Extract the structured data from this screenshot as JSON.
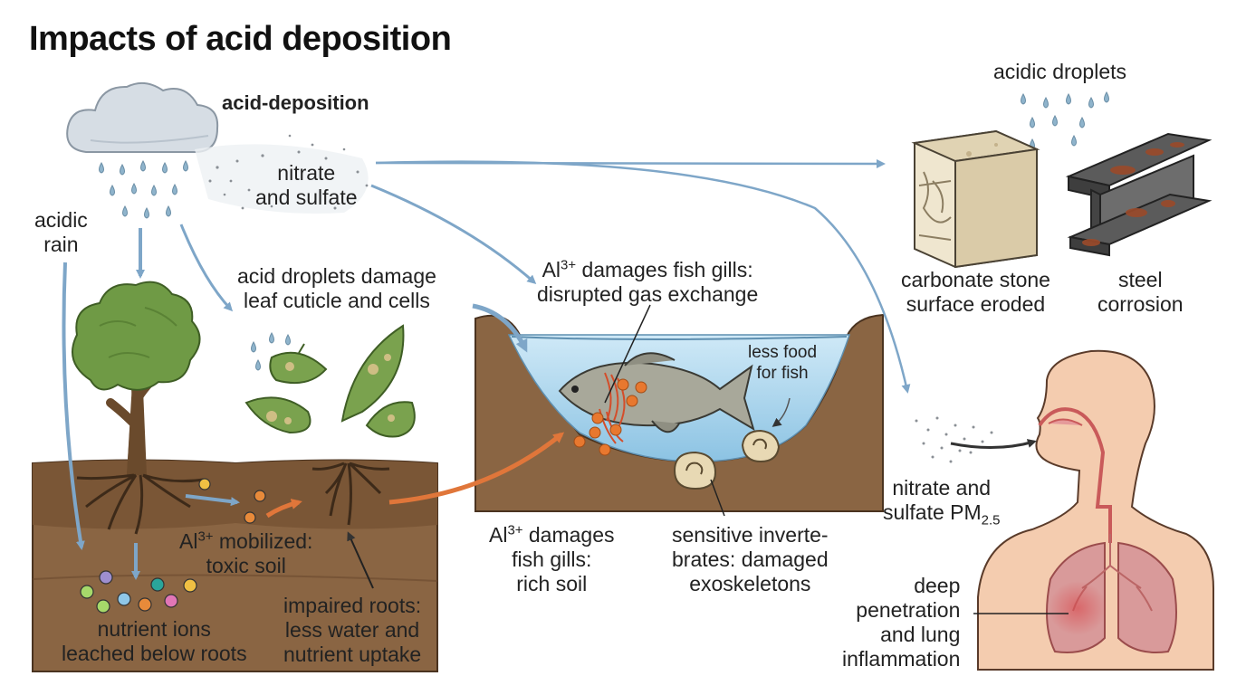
{
  "title": "Impacts of acid deposition",
  "labels": {
    "acid_deposition": "acid-deposition",
    "acidic_rain_1": "acidic",
    "acidic_rain_2": "rain",
    "nitrate_sulfate_1": "nitrate",
    "nitrate_sulfate_2": "and sulfate",
    "leaf_damage_1": "acid droplets damage",
    "leaf_damage_2": "leaf cuticle and cells",
    "al_mobilized_ion": "Al",
    "al_mobilized_charge": "3+",
    "al_mobilized_1": " mobilized:",
    "al_mobilized_2": "toxic soil",
    "nutrient_1": "nutrient ions",
    "nutrient_2": "leached below roots",
    "roots_1": "impaired roots:",
    "roots_2": "less water and",
    "roots_3": "nutrient uptake",
    "gills_top_ion": "Al",
    "gills_top_charge": "3+",
    "gills_top_1": " damages fish gills:",
    "gills_top_2": "disrupted gas exchange",
    "less_food_1": "less food",
    "less_food_2": "for fish",
    "gills_bottom_ion": "Al",
    "gills_bottom_charge": "3+",
    "gills_bottom_1": " damages",
    "gills_bottom_2": "fish gills:",
    "gills_bottom_3": "rich soil",
    "invert_1": "sensitive inverte-",
    "invert_2": "brates: damaged",
    "invert_3": "exoskeletons",
    "acidic_droplets": "acidic droplets",
    "stone_1": "carbonate stone",
    "stone_2": "surface eroded",
    "steel_1": "steel",
    "steel_2": "corrosion",
    "pm_1": "nitrate and",
    "pm_2": "sulfate PM",
    "pm_sub": "2.5",
    "lung_1": "deep",
    "lung_2": "penetration",
    "lung_3": "and lung",
    "lung_4": "inflammation"
  },
  "colors": {
    "soil": "#8a6543",
    "soil_dark": "#6b4a2e",
    "water": "#a9d6ee",
    "arrow_blue": "#7ea6c8",
    "arrow_orange": "#e0763a",
    "leaf_green": "#6f9a45",
    "skin": "#f4ccaf",
    "lung": "#d99a9a"
  }
}
